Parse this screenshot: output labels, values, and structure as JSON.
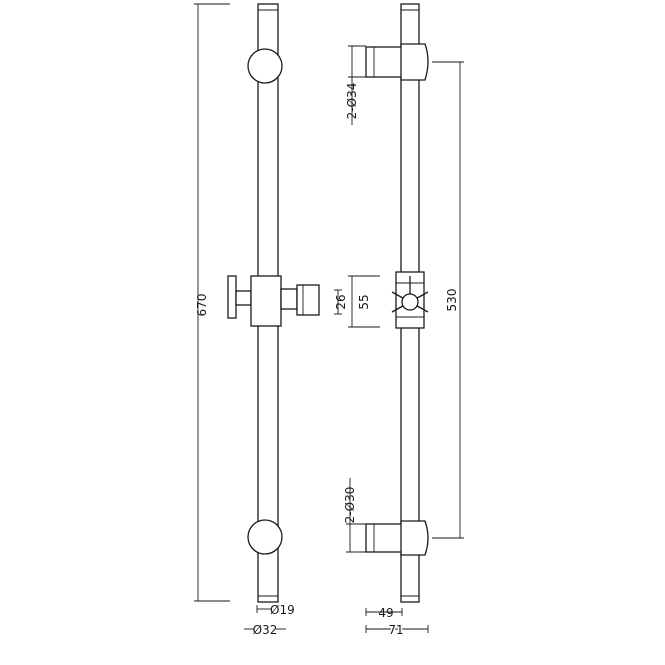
{
  "drawing": {
    "dimensions": {
      "total_height": "670",
      "rail_spacing": "530",
      "bracket_top_diameter": "2-Ø34",
      "bracket_bottom_diameter": "2-Ø30",
      "slider_inner": "26",
      "slider_outer": "55",
      "rail_diameter": "Ø19",
      "bracket_diameter": "Ø32",
      "bracket_offset_inner": "49",
      "bracket_offset_outer": "71"
    }
  }
}
